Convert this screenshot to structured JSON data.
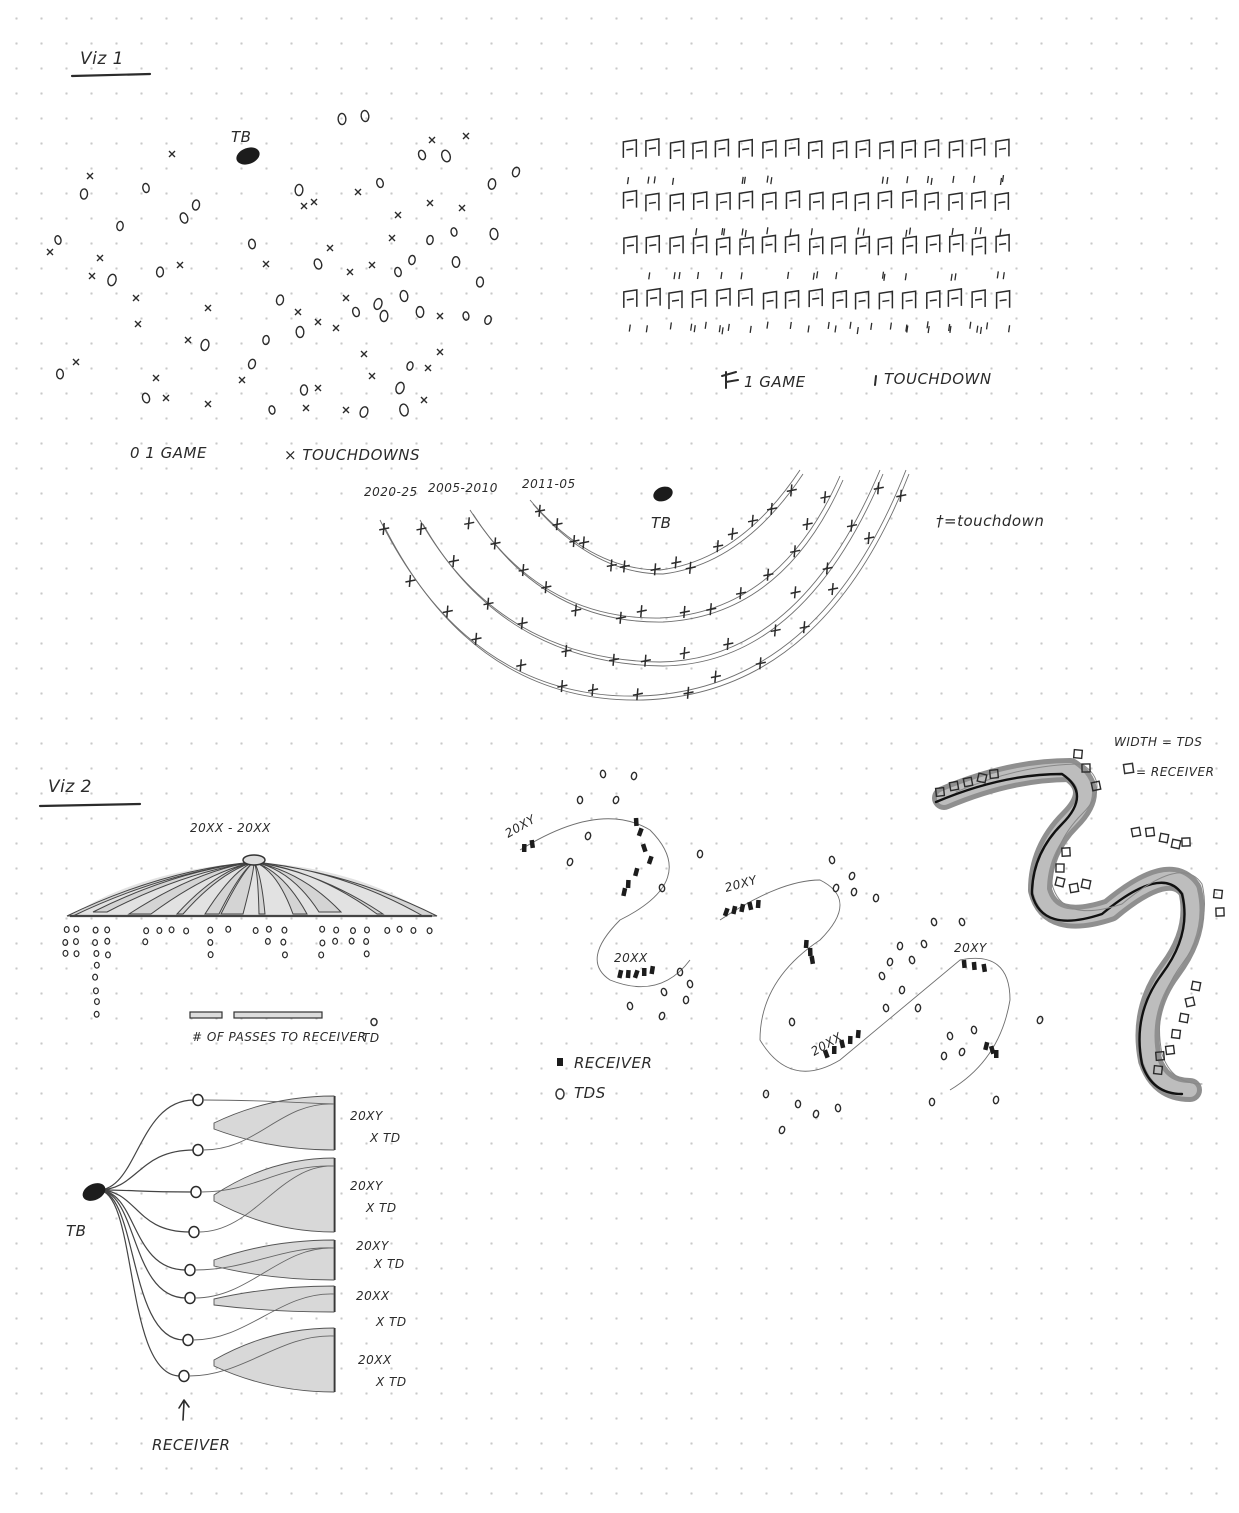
{
  "viz1": {
    "title": "Viz 1",
    "scatter": {
      "qb_label": "TB",
      "legend_game": "0 1 GAME",
      "legend_td": "× TOUCHDOWNS"
    },
    "grid": {
      "legend_game": "1 GAME",
      "legend_td": "TOUCHDOWN",
      "rows": 4,
      "cols": 17
    },
    "arc": {
      "qb_label": "TB",
      "era_labels": [
        "2020-25",
        "2005-2010",
        "2011-05"
      ],
      "legend": "†=touchdown"
    }
  },
  "viz2": {
    "title": "Viz 2",
    "umbrella": {
      "title": "20XX - 20XX",
      "legend_passes": "# OF PASSES TO RECEIVER",
      "legend_td": "TD"
    },
    "tree": {
      "qb_label": "TB",
      "receiver_label": "RECEIVER",
      "groups": [
        {
          "season": "20XY",
          "tds": "X TD"
        },
        {
          "season": "20XY",
          "tds": "X TD"
        },
        {
          "season": "20XY",
          "tds": "X TD"
        },
        {
          "season": "20XX",
          "tds": "X TD"
        },
        {
          "season": "20XX",
          "tds": "X TD"
        }
      ]
    },
    "loops": {
      "season_labels": [
        "20XY",
        "20XX",
        "20XY",
        "20XY",
        "20XX"
      ],
      "legend_receiver": "RECEIVER",
      "legend_td": "TDS"
    },
    "river": {
      "legend_width": "WIDTH = TDS",
      "legend_receiver": "= RECEIVER"
    }
  }
}
